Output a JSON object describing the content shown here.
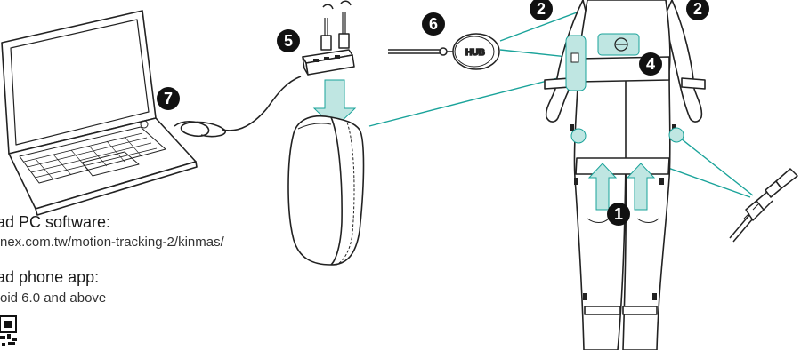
{
  "steps": [
    {
      "id": "1",
      "label": "1"
    },
    {
      "id": "2a",
      "label": "2"
    },
    {
      "id": "2b",
      "label": "2"
    },
    {
      "id": "4",
      "label": "4"
    },
    {
      "id": "5",
      "label": "5"
    },
    {
      "id": "6",
      "label": "6"
    },
    {
      "id": "7",
      "label": "7"
    }
  ],
  "hub_label": "HUB",
  "download": {
    "pc_title": "ad PC software:",
    "pc_url": "nex.com.tw/motion-tracking-2/kinmas/",
    "app_title": "ad phone app:",
    "app_requirement": "oid 6.0 and above"
  },
  "colors": {
    "accent_teal": "#1aa39a",
    "highlight_teal": "#bfe6e2",
    "badge": "#111111",
    "line": "#222222"
  },
  "icons": [
    "laptop-icon",
    "usb-hub-icon",
    "storage-bag-icon",
    "hub-module-icon",
    "motion-suit-icon",
    "sensor-connector-icon",
    "qr-code-icon"
  ]
}
